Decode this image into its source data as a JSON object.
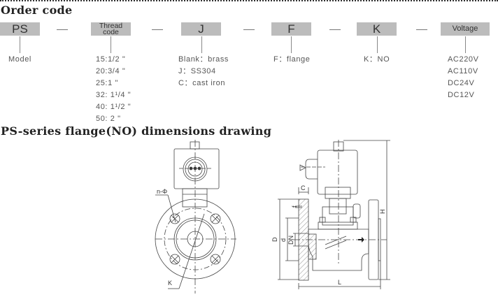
{
  "order_code": {
    "title": "Order code",
    "segments": [
      {
        "code": "PS",
        "options": [
          "Model"
        ]
      },
      {
        "code": "Thread code",
        "options": [
          "15:1/2 \"",
          "20:3/4 \"",
          "25:1 \"",
          "32: 1¹/4 \"",
          "40: 1¹/2 \"",
          "50: 2 \""
        ]
      },
      {
        "code": "J",
        "options": [
          "Blank：brass",
          "J：SS304",
          "C：cast iron"
        ]
      },
      {
        "code": "F",
        "options": [
          "F：flange"
        ]
      },
      {
        "code": "K",
        "options": [
          "K：NO"
        ]
      },
      {
        "code": "Voltage",
        "options": [
          "AC220V",
          "AC110V",
          "DC24V",
          "DC12V"
        ]
      }
    ]
  },
  "drawing": {
    "title": "PS-series flange(NO) dimensions drawing",
    "front_labels": {
      "holes": "n-Φ",
      "pitch": "K"
    },
    "side_labels": {
      "C": "C",
      "f": "f",
      "D": "D",
      "d": "d",
      "DN": "DN",
      "H": "H",
      "L": "L"
    }
  }
}
